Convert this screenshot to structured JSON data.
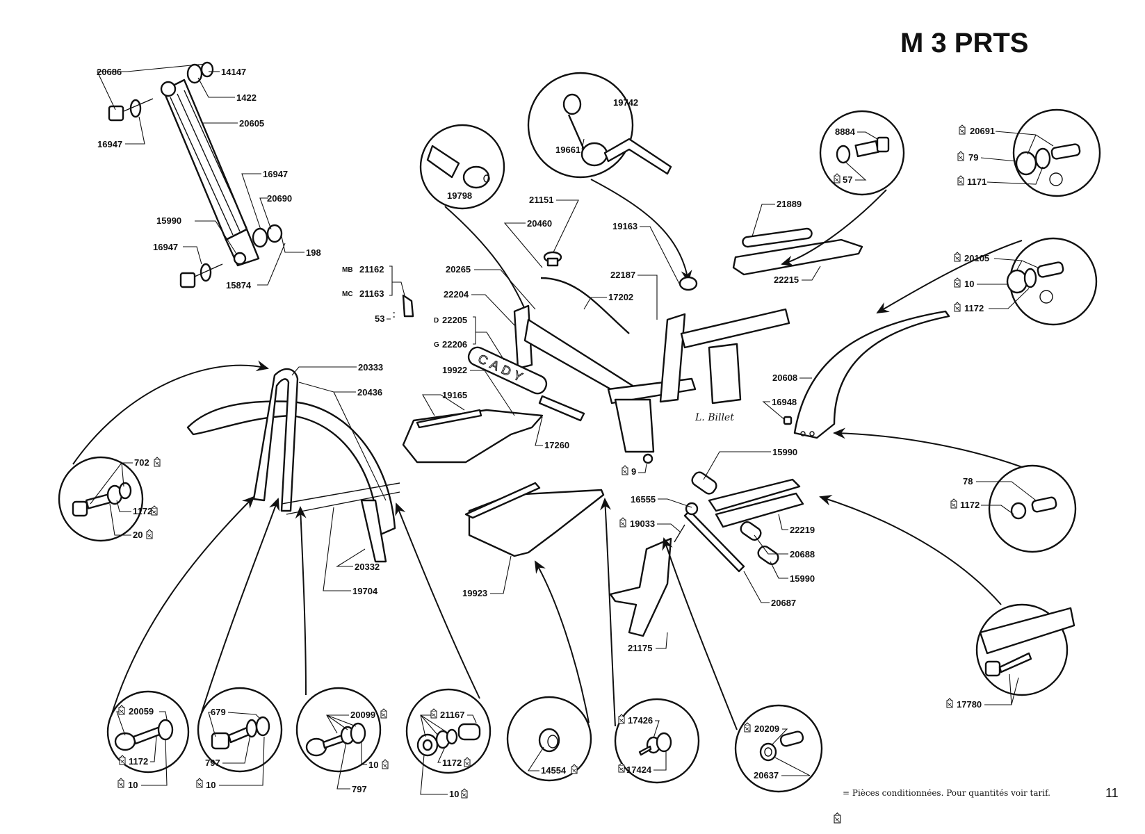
{
  "page": {
    "title": "M 3 PRTS",
    "page_number": "11",
    "signature": "L. Billet",
    "brand_decal": "CADY",
    "footnote": {
      "icon": "packaged-parts-bag-icon",
      "text": "= Pièces conditionnées. Pour quantités voir tarif."
    }
  },
  "groups": {
    "rear_shock": {
      "labels": [
        "20686",
        "14147",
        "1422",
        "20605",
        "16947",
        "16947",
        "20690",
        "15990",
        "16947",
        "198",
        "15874"
      ]
    },
    "ignition_lock": {
      "labels": [
        "19798"
      ]
    },
    "choke_lever": {
      "labels": [
        "19742",
        "19661"
      ]
    },
    "fuel_cap": {
      "labels": [
        "21151",
        "20460"
      ]
    },
    "clip": {
      "labels": [
        "19163",
        "22187"
      ]
    },
    "frame": {
      "labels": [
        "20265",
        "22204",
        "17202"
      ],
      "side_decals": [
        {
          "side": "D",
          "part": "22205"
        },
        {
          "side": "G",
          "part": "22206"
        }
      ],
      "badge": [
        {
          "prefix": "MB",
          "part": "21162"
        },
        {
          "prefix": "MC",
          "part": "21163"
        }
      ],
      "badge_rivet": "53",
      "frame_bolt": {
        "part": "9",
        "packaged": true
      }
    },
    "side_covers": {
      "labels": [
        "19922",
        "19165",
        "17260",
        "19923"
      ]
    },
    "luggage_rack": {
      "labels": [
        "21889",
        "22215"
      ]
    },
    "rack_bolt": {
      "items": [
        {
          "part": "8884",
          "packaged": false
        },
        {
          "part": "57",
          "packaged": true
        }
      ]
    },
    "fixing_kit_a": {
      "items": [
        {
          "part": "20691",
          "packaged": true
        },
        {
          "part": "79",
          "packaged": true
        },
        {
          "part": "1171",
          "packaged": true
        }
      ]
    },
    "fixing_kit_b": {
      "items": [
        {
          "part": "20105",
          "packaged": true
        },
        {
          "part": "10",
          "packaged": true
        },
        {
          "part": "1172",
          "packaged": true
        }
      ]
    },
    "rear_mudguard": {
      "labels": [
        "20608",
        "16948"
      ]
    },
    "rear_mudguard_bolt": {
      "items": [
        {
          "part": "78",
          "packaged": false
        },
        {
          "part": "1172",
          "packaged": true
        }
      ]
    },
    "front_mudguard": {
      "labels": [
        "20333",
        "20436",
        "20332",
        "19704"
      ]
    },
    "front_mudguard_bolt": {
      "items": [
        {
          "part": "702",
          "packaged": true
        },
        {
          "part": "1172",
          "packaged": true
        },
        {
          "part": "20",
          "packaged": true
        }
      ]
    },
    "stand": {
      "labels": [
        "15990",
        "16555",
        "22219",
        "20688",
        "15990",
        "20687",
        "21175"
      ],
      "spring": {
        "part": "19033",
        "packaged": true
      }
    },
    "stand_bolt": {
      "items": [
        {
          "part": "17780",
          "packaged": true
        }
      ]
    },
    "bottom_kits": [
      {
        "items": [
          {
            "part": "20059",
            "packaged": true
          },
          {
            "part": "1172",
            "packaged": true
          },
          {
            "part": "10",
            "packaged": true
          }
        ]
      },
      {
        "items": [
          {
            "part": "679",
            "packaged": false
          },
          {
            "part": "797",
            "packaged": false
          },
          {
            "part": "10",
            "packaged": true
          }
        ]
      },
      {
        "items": [
          {
            "part": "20099",
            "packaged": true
          },
          {
            "part": "10",
            "packaged": true
          },
          {
            "part": "797",
            "packaged": false
          }
        ]
      },
      {
        "items": [
          {
            "part": "21167",
            "packaged": true
          },
          {
            "part": "1172",
            "packaged": true
          },
          {
            "part": "10",
            "packaged": true
          }
        ]
      },
      {
        "items": [
          {
            "part": "14554",
            "packaged": true
          }
        ]
      },
      {
        "items": [
          {
            "part": "17426",
            "packaged": true
          },
          {
            "part": "17424",
            "packaged": true
          }
        ]
      },
      {
        "items": [
          {
            "part": "20209",
            "packaged": true
          },
          {
            "part": "20637",
            "packaged": false
          }
        ]
      }
    ]
  }
}
